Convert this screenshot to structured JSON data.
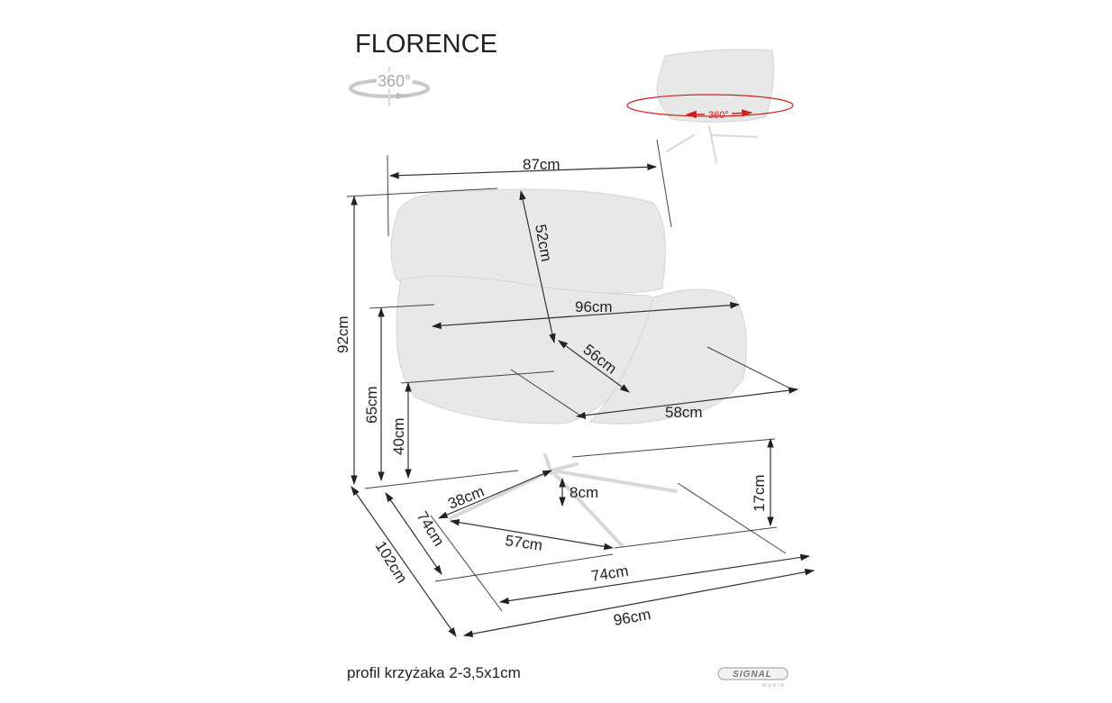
{
  "title": "FLORENCE",
  "rotation_badge": "360°",
  "preview_rotation_label": "360°",
  "rotation_color": "#d0201c",
  "dimensions": {
    "backrest_width": "87cm",
    "backrest_height": "52cm",
    "armrest_width": "96cm",
    "seat_depth": "56cm",
    "seat_width": "58cm",
    "total_height": "92cm",
    "armrest_height": "65cm",
    "seat_height": "40cm",
    "base_clearance": "17cm",
    "leg_length": "38cm",
    "base_height": "8cm",
    "base_depth": "74cm",
    "leg_span": "57cm",
    "base_width": "74cm",
    "total_depth": "102cm",
    "total_width": "96cm"
  },
  "footer_note": "profil krzyżaka 2-3,5x1cm",
  "logo": {
    "name": "SIGNAL",
    "sub": "meble"
  }
}
